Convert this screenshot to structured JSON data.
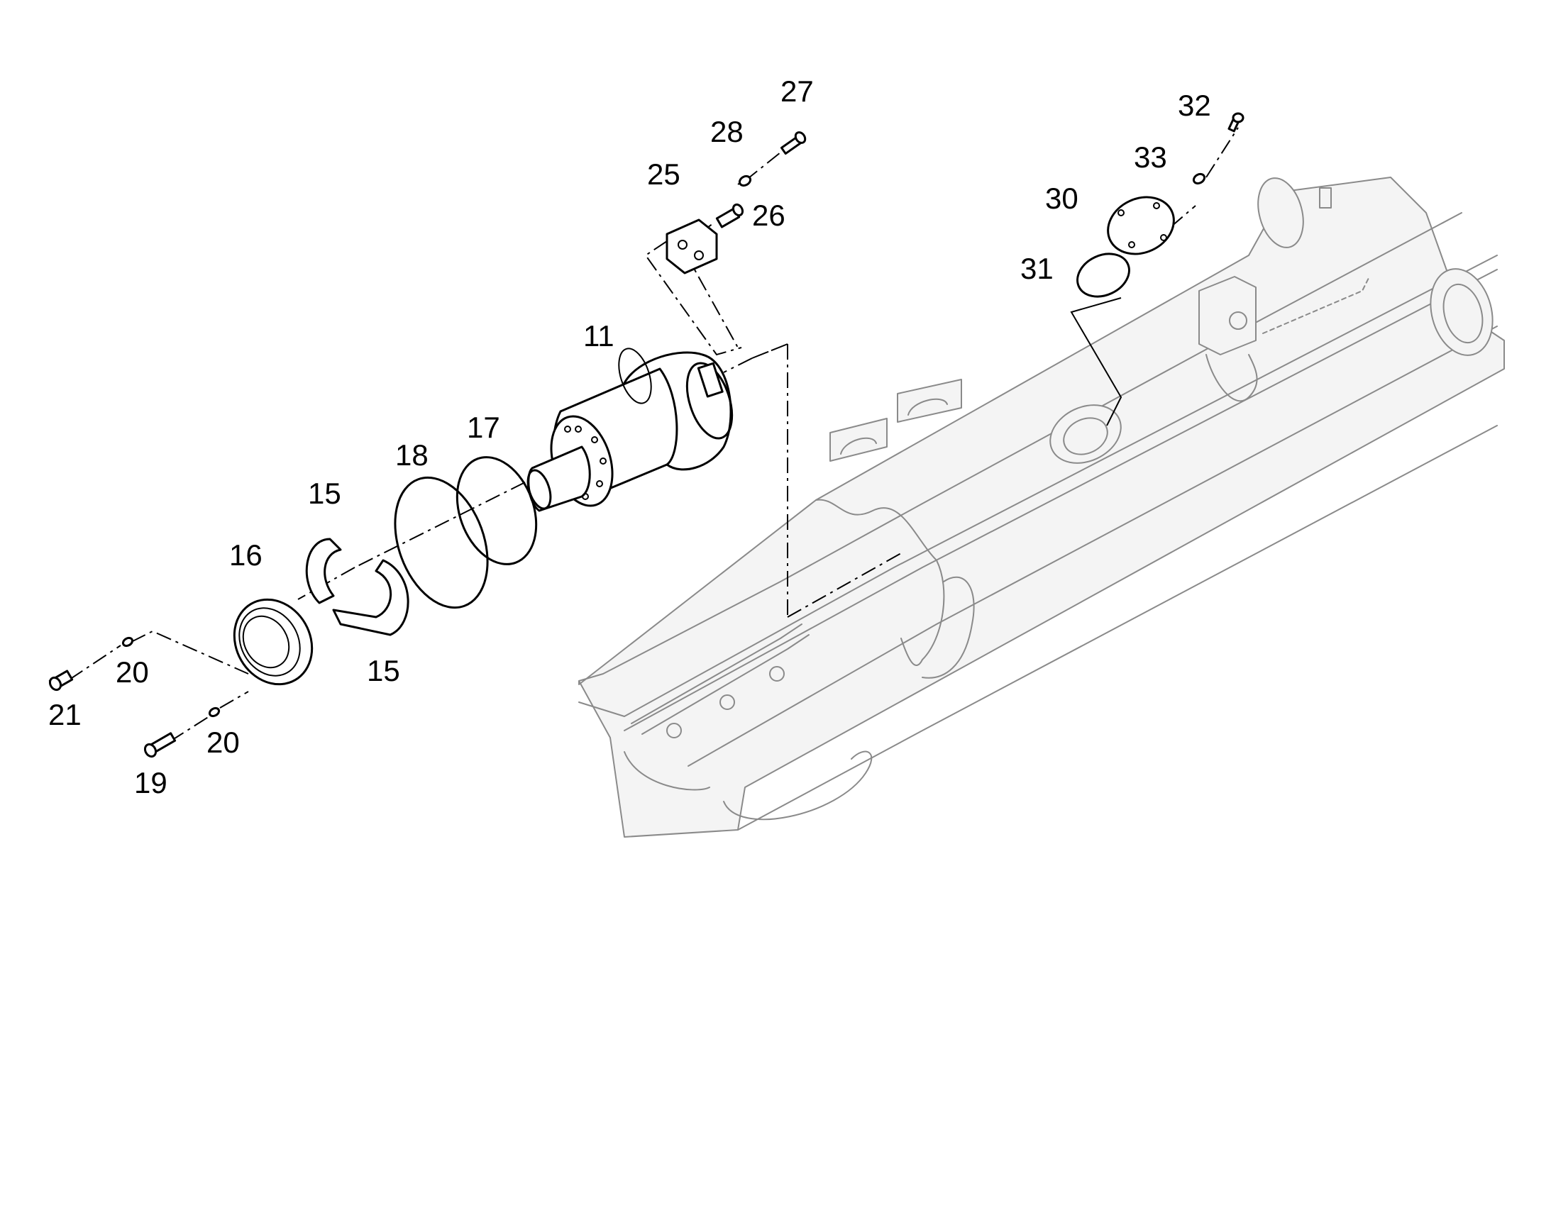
{
  "diagram": {
    "callouts": [
      {
        "id": "c27",
        "text": "27"
      },
      {
        "id": "c28",
        "text": "28"
      },
      {
        "id": "c25",
        "text": "25"
      },
      {
        "id": "c26",
        "text": "26"
      },
      {
        "id": "c11",
        "text": "11"
      },
      {
        "id": "c17",
        "text": "17"
      },
      {
        "id": "c18",
        "text": "18"
      },
      {
        "id": "c15a",
        "text": "15"
      },
      {
        "id": "c16",
        "text": "16"
      },
      {
        "id": "c15b",
        "text": "15"
      },
      {
        "id": "c20a",
        "text": "20"
      },
      {
        "id": "c21",
        "text": "21"
      },
      {
        "id": "c20b",
        "text": "20"
      },
      {
        "id": "c19",
        "text": "19"
      },
      {
        "id": "c32",
        "text": "32"
      },
      {
        "id": "c33",
        "text": "33"
      },
      {
        "id": "c30",
        "text": "30"
      },
      {
        "id": "c31",
        "text": "31"
      }
    ]
  },
  "colors": {
    "ink": "#000000",
    "housing": "#8a8a8a",
    "background": "#ffffff"
  }
}
